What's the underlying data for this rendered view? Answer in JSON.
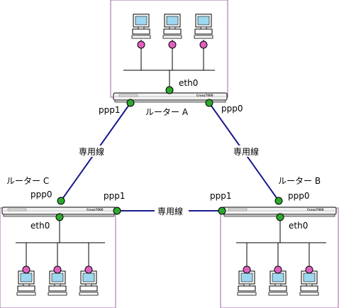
{
  "routers": {
    "a": {
      "name": "ルーター A",
      "brand": "Cross7000",
      "eth": "eth0",
      "ppp_left": "ppp1",
      "ppp_right": "ppp0"
    },
    "b": {
      "name": "ルーター B",
      "brand": "Cross7000",
      "eth": "eth0",
      "ppp_left": "ppp1",
      "ppp_right": "ppp0"
    },
    "c": {
      "name": "ルーター C",
      "brand": "Cross7000",
      "eth": "eth0",
      "ppp_left": "ppp0",
      "ppp_right": "ppp1"
    }
  },
  "links": {
    "ac": "専用線",
    "ab": "専用線",
    "cb": "専用線"
  },
  "colors": {
    "link_line": "#1a1a8c",
    "green_port": "#2ea82e",
    "pink_port": "#e060c0",
    "site_border": "#a060a0",
    "screen": "#9ed8f0"
  },
  "icons": [
    "computer-icon",
    "router-icon",
    "network-port-icon"
  ]
}
